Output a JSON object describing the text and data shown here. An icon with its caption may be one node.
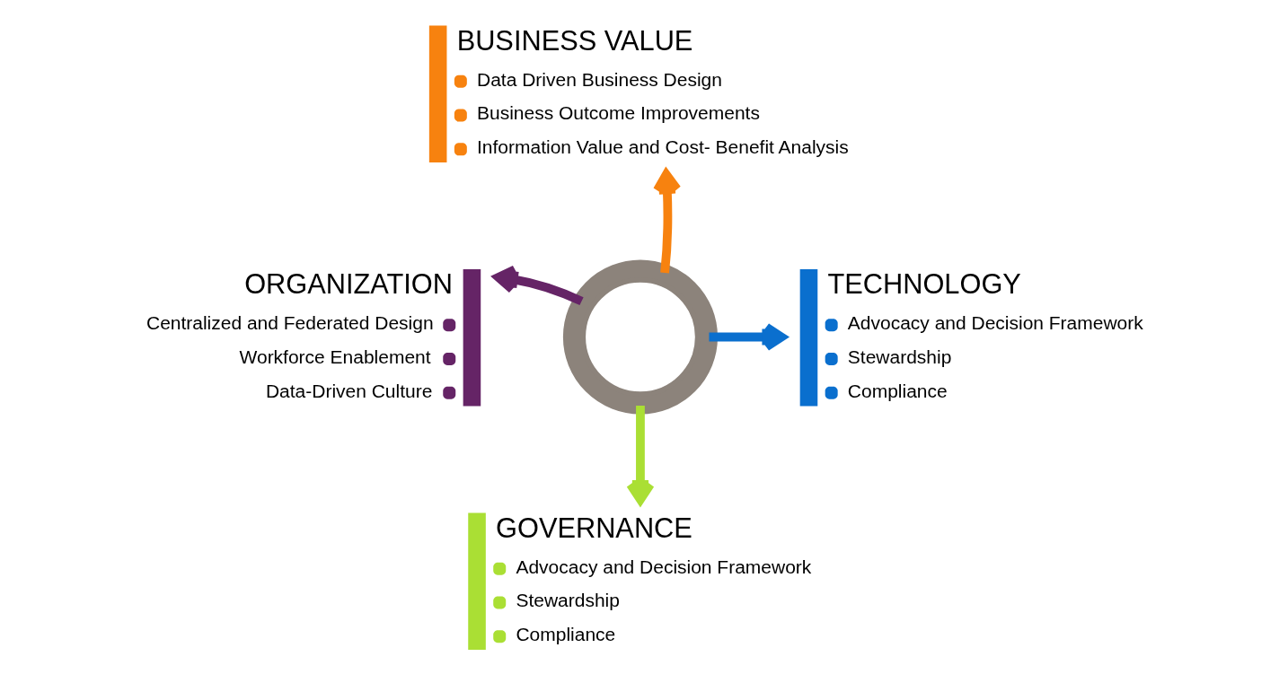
{
  "diagram": {
    "nodes": [
      {
        "text": [],
        "shape": "circle"
      },
      {
        "text": [
          "BUSINESS VALUE",
          "Data Driven Business Design",
          "Business Outcome Improvements",
          "Information Value and Cost- Benefit Analysis"
        ]
      },
      {
        "text": [
          "ORGANIZATION",
          "Centralized and Federated Design",
          "Workforce Enablement",
          "Data-Driven Culture"
        ]
      },
      {
        "text": [
          "TECHNOLOGY",
          "Advocacy and Decision Framework",
          "Stewardship",
          "Compliance"
        ]
      },
      {
        "text": [
          "GOVERNANCE",
          "Advocacy and Decision Framework",
          "Stewardship",
          "Compliance"
        ]
      }
    ],
    "edges": [
      {
        "from": 0,
        "to": 1,
        "arrow": "to",
        "color": "#f7820f"
      },
      {
        "from": 0,
        "to": 2,
        "arrow": "to",
        "color": "#652466"
      },
      {
        "from": 0,
        "to": 3,
        "arrow": "to",
        "color": "#0a6fce"
      },
      {
        "from": 0,
        "to": 4,
        "arrow": "to",
        "color": "#aadf34"
      }
    ]
  }
}
